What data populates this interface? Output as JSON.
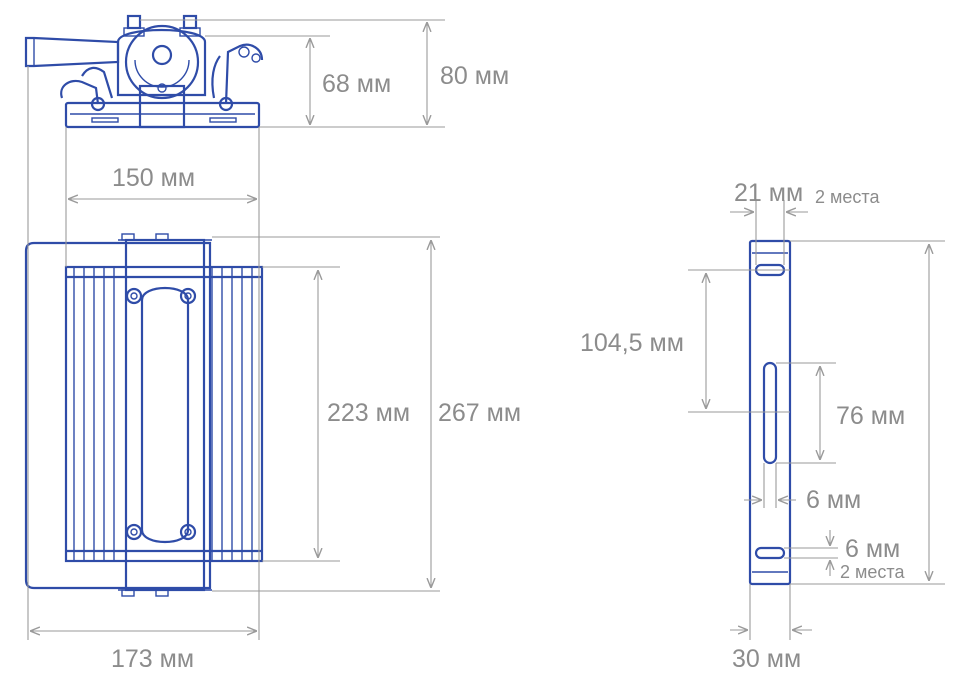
{
  "dimensions": {
    "bracket_height_68": "68 мм",
    "total_height_80": "80 мм",
    "mount_width_150": "150 мм",
    "housing_width_173": "173 мм",
    "module_height_223": "223 мм",
    "total_length_267": "267 мм",
    "slot_width_21": "21 мм",
    "slot_width_note": "2 места",
    "hole_spacing_1045": "104,5 мм",
    "slot_length_76": "76 мм",
    "slot_width_6": "6 мм",
    "hole_width_6": "6 мм",
    "hole_width_note": "2 места",
    "bracket_width_30": "30 мм"
  },
  "colors": {
    "outline": "#2f4ca8",
    "dimension_line": "#9a9a9a",
    "dimension_text": "#8c8c8c"
  }
}
